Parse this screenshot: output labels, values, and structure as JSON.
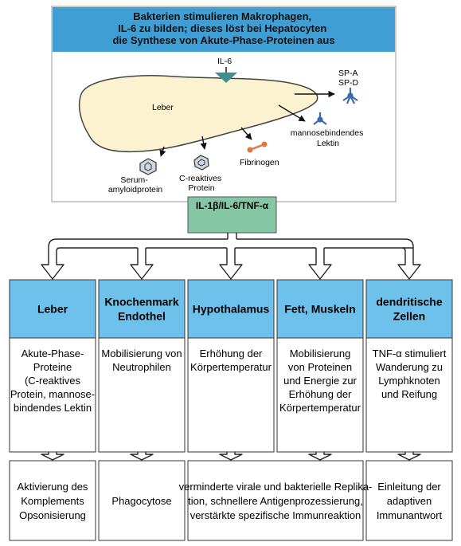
{
  "banner": {
    "line1": "Bakterien stimulieren Makrophagen,",
    "line2": "IL-6 zu bilden; dieses löst bei Hepatocyten",
    "line3": "die Synthese von Akute-Phase-Proteinen aus"
  },
  "liver": {
    "il6": "IL-6",
    "leber": "Leber",
    "spa": "SP-A",
    "spd": "SP-D",
    "mbl1": "mannosebindendes",
    "mbl2": "Lektin",
    "fibrinogen": "Fibrinogen",
    "crp1": "C-reaktives",
    "crp2": "Protein",
    "saa1": "Serum-",
    "saa2": "amyloidprotein"
  },
  "cytokine_label": "IL-1β/IL-6/TNF-α",
  "columns": [
    {
      "header": [
        "Leber"
      ],
      "effect": [
        "Akute-Phase-",
        "Proteine",
        "(C-reaktives",
        "Protein, mannose-",
        "bindendes Lektin"
      ],
      "result": [
        "Aktivierung des",
        "Komplements",
        "Opsonisierung"
      ]
    },
    {
      "header": [
        "Knochenmark",
        "Endothel"
      ],
      "effect": [
        "Mobilisierung von",
        "Neutrophilen"
      ],
      "result": [
        "Phagocytose"
      ]
    },
    {
      "header": [
        "Hypothalamus"
      ],
      "effect": [
        "Erhöhung der",
        "Körpertemperatur"
      ]
    },
    {
      "header": [
        "Fett, Muskeln"
      ],
      "effect": [
        "Mobilisierung",
        "von Proteinen",
        "und Energie zur",
        "Erhöhung der",
        "Körpertemperatur"
      ]
    },
    {
      "header": [
        "dendritische",
        "Zellen"
      ],
      "effect": [
        "TNF-α stimuliert",
        "Wanderung zu",
        "Lymphknoten",
        "und Reifung"
      ],
      "result": [
        "Einleitung der",
        "adaptiven",
        "Immunantwort"
      ]
    }
  ],
  "shared_result": [
    "verminderte virale und bakterielle Replika-",
    "tion, schnellere Antigenprozessierung,",
    "verstärkte spezifische Immunreaktion"
  ],
  "colors": {
    "banner_bg": "#3f9fd5",
    "header_bg": "#6ec1ea",
    "green": "#85c7a4",
    "liver_fill": "#fbf2cf",
    "arrow_teal": "#3f8f8a",
    "sp_blue": "#3a6aa8",
    "fib_orange": "#e07840"
  }
}
